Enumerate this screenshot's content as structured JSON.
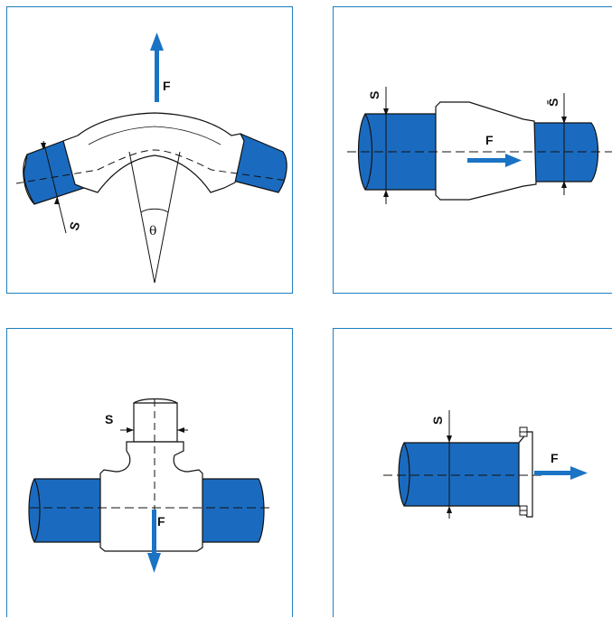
{
  "colors": {
    "pipe": "#1a6bbf",
    "arrow": "#1a73c4",
    "frame": "#1f7fc1",
    "outline": "#111111"
  },
  "panels": {
    "bend": {
      "force_label": "F",
      "wall_label": "S",
      "angle_label": "θ"
    },
    "reducer": {
      "force_label": "F",
      "wall_label_large": "S",
      "wall_label_small": "S̄"
    },
    "tee": {
      "force_label": "F",
      "wall_label": "S"
    },
    "end_cap": {
      "force_label": "F",
      "wall_label": "S"
    }
  }
}
